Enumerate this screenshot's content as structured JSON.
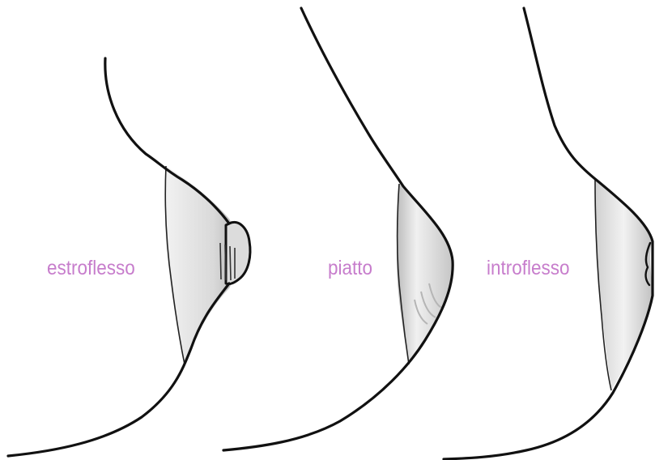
{
  "colors": {
    "label": "#c77dcc",
    "ink": "#111111",
    "areola_fill": "#e4e4e4",
    "shade": "#bdbdbd"
  },
  "labels": {
    "everted": "estroflesso",
    "flat": "piatto",
    "inverted": "introflesso"
  }
}
